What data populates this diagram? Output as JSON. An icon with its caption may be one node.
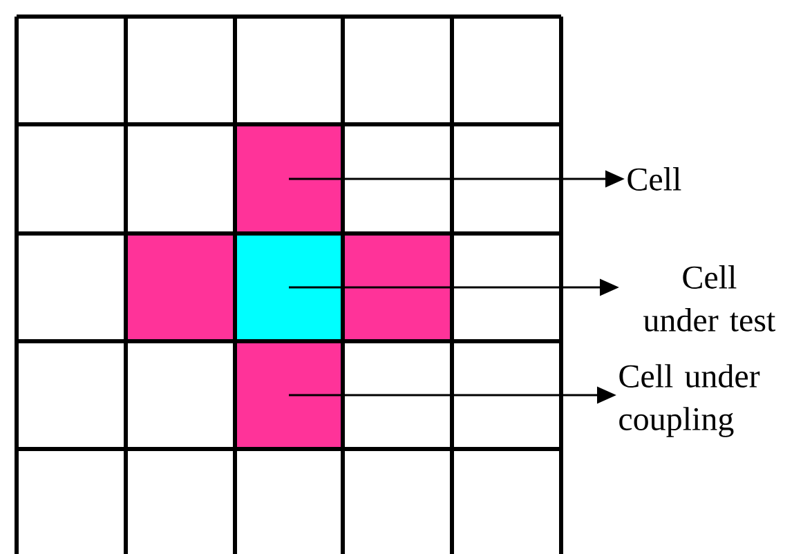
{
  "diagram": {
    "nodes": [
      {
        "text": [],
        "shape": "box"
      },
      {
        "text": [],
        "shape": "box"
      },
      {
        "text": [],
        "shape": "box"
      },
      {
        "text": [
          "Cell"
        ]
      },
      {
        "text": [
          "Cell under test"
        ]
      },
      {
        "text": [
          "Cell under coupling"
        ]
      }
    ],
    "edges": [
      {
        "from": 0,
        "to": 3,
        "arrow": "to"
      },
      {
        "from": 1,
        "to": 4,
        "arrow": "to"
      },
      {
        "from": 2,
        "to": 5,
        "arrow": "to"
      }
    ]
  }
}
